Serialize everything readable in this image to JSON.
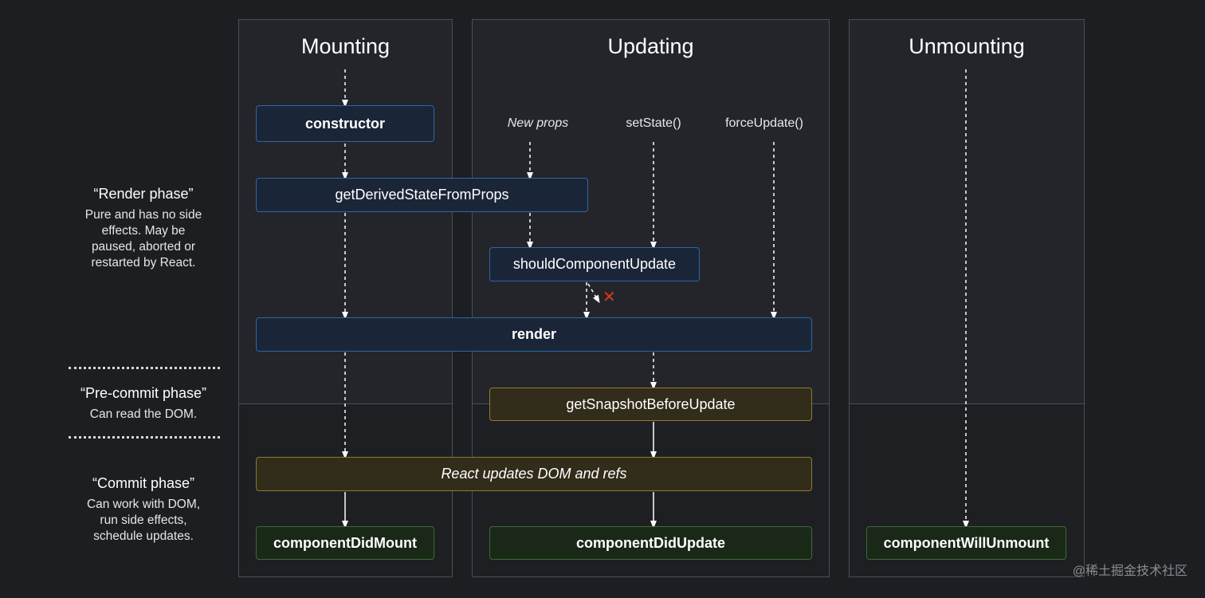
{
  "columns": {
    "mounting": {
      "title": "Mounting"
    },
    "updating": {
      "title": "Updating"
    },
    "unmounting": {
      "title": "Unmounting"
    }
  },
  "triggers": {
    "new_props": "New props",
    "set_state": "setState()",
    "force_update": "forceUpdate()"
  },
  "methods": {
    "constructor": "constructor",
    "get_derived_state": "getDerivedStateFromProps",
    "should_component_update": "shouldComponentUpdate",
    "render": "render",
    "get_snapshot": "getSnapshotBeforeUpdate",
    "react_updates": "React updates DOM and refs",
    "did_mount": "componentDidMount",
    "did_update": "componentDidUpdate",
    "will_unmount": "componentWillUnmount"
  },
  "phases": {
    "render": {
      "title": "“Render phase”",
      "desc_lines": [
        "Pure and has no side",
        "effects. May be",
        "paused, aborted or",
        "restarted by React."
      ]
    },
    "precommit": {
      "title": "“Pre-commit phase”",
      "desc_lines": [
        "Can read the DOM."
      ]
    },
    "commit": {
      "title": "“Commit phase”",
      "desc_lines": [
        "Can work with DOM,",
        "run side effects,",
        "schedule updates."
      ]
    }
  },
  "cancel_mark": "✕",
  "watermark": "@稀土掘金技术社区",
  "colors": {
    "background": "#1c1e22",
    "render_phase_border": "#2f65a6",
    "precommit_border": "#8d7a2e",
    "commit_border": "#3d6b35",
    "cancel_mark": "#e0351f"
  }
}
